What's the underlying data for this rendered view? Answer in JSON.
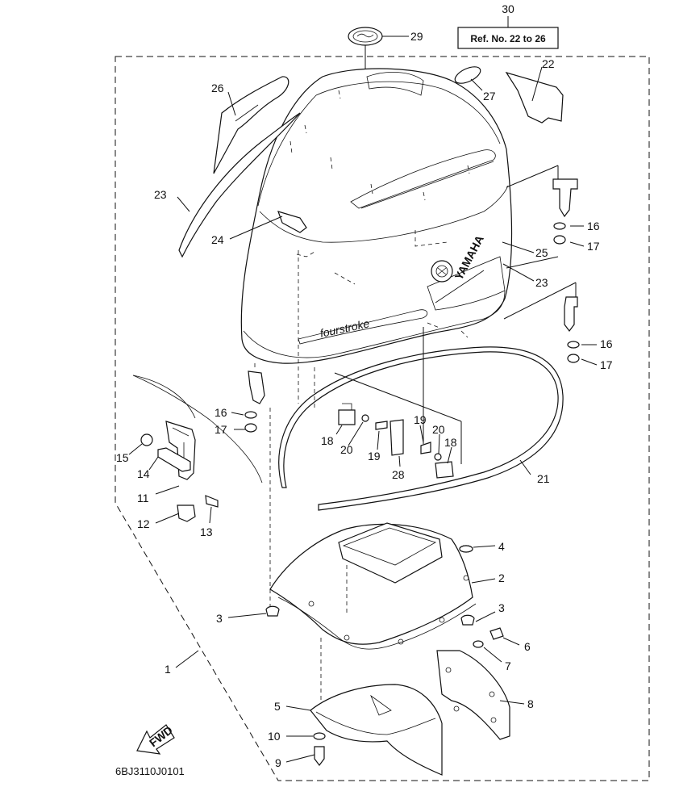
{
  "diagram": {
    "code": "6BJ3110J0101",
    "reference_box": {
      "number": "30",
      "text": "Ref. No. 22 to 26"
    },
    "fwd_label": "FWD",
    "cowling_lettering": {
      "brand": "YAMAHA",
      "model": "fourstroke"
    },
    "callouts": [
      {
        "id": "c29",
        "label": "29"
      },
      {
        "id": "c26",
        "label": "26"
      },
      {
        "id": "c27",
        "label": "27"
      },
      {
        "id": "c22",
        "label": "22"
      },
      {
        "id": "c23a",
        "label": "23"
      },
      {
        "id": "c24",
        "label": "24"
      },
      {
        "id": "c16a",
        "label": "16"
      },
      {
        "id": "c17a",
        "label": "17"
      },
      {
        "id": "c25",
        "label": "25"
      },
      {
        "id": "c23b",
        "label": "23"
      },
      {
        "id": "c16b",
        "label": "16"
      },
      {
        "id": "c17b",
        "label": "17"
      },
      {
        "id": "c16c",
        "label": "16"
      },
      {
        "id": "c17c",
        "label": "17"
      },
      {
        "id": "c15",
        "label": "15"
      },
      {
        "id": "c14",
        "label": "14"
      },
      {
        "id": "c11",
        "label": "11"
      },
      {
        "id": "c12",
        "label": "12"
      },
      {
        "id": "c13",
        "label": "13"
      },
      {
        "id": "c18a",
        "label": "18"
      },
      {
        "id": "c20a",
        "label": "20"
      },
      {
        "id": "c19a",
        "label": "19"
      },
      {
        "id": "c28",
        "label": "28"
      },
      {
        "id": "c19b",
        "label": "19"
      },
      {
        "id": "c20b",
        "label": "20"
      },
      {
        "id": "c18b",
        "label": "18"
      },
      {
        "id": "c21",
        "label": "21"
      },
      {
        "id": "c4",
        "label": "4"
      },
      {
        "id": "c2",
        "label": "2"
      },
      {
        "id": "c3a",
        "label": "3"
      },
      {
        "id": "c3b",
        "label": "3"
      },
      {
        "id": "c6",
        "label": "6"
      },
      {
        "id": "c7",
        "label": "7"
      },
      {
        "id": "c1",
        "label": "1"
      },
      {
        "id": "c8",
        "label": "8"
      },
      {
        "id": "c5",
        "label": "5"
      },
      {
        "id": "c10",
        "label": "10"
      },
      {
        "id": "c9",
        "label": "9"
      }
    ]
  }
}
